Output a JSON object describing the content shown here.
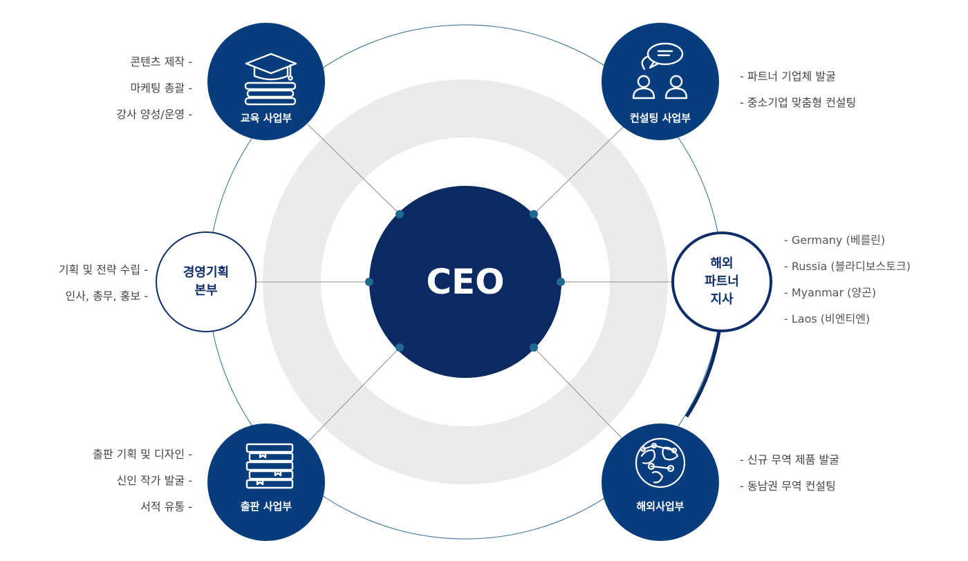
{
  "colors": {
    "navy": "#073d7c",
    "ceo": "#0b2a62",
    "ring": "#ebebeb",
    "line": "#2b6a90",
    "connector": "#888888",
    "dot": "#1f6a92",
    "branch_outline": "#0e2d66"
  },
  "ceo": {
    "label": "CEO"
  },
  "divisions": {
    "education": {
      "label": "교육 사업부",
      "icon": "graduation-cap-books-icon",
      "items": [
        "콘텐츠 제작  -",
        "마케팅 총괄  -",
        "강사 양성/운영  -"
      ]
    },
    "consulting": {
      "label": "컨설팅 사업부",
      "icon": "consulting-people-chat-icon",
      "items": [
        "-  파트너 기업체 발굴",
        "-  중소기업 맞춤형 컨설팅"
      ]
    },
    "management": {
      "label_line1": "경영기획",
      "label_line2": "본부",
      "items": [
        "기획 및 전략 수립  -",
        "인사, 총무, 홍보  -"
      ]
    },
    "overseas_branch": {
      "label_line1": "해외",
      "label_line2": "파트너",
      "label_line3": "지사",
      "items": [
        "-  Germany (베를린)",
        "-  Russia (블라디보스토크)",
        "-  Myanmar (양곤)",
        "-  Laos (비엔티엔)"
      ]
    },
    "publishing": {
      "label": "출판 사업부",
      "icon": "book-stack-icon",
      "items": [
        "출판 기획 및 디자인  -",
        "신인 작가 발굴  -",
        "서적 유통  -"
      ]
    },
    "overseas_business": {
      "label": "해외사업부",
      "icon": "globe-people-icon",
      "items": [
        "-  신규 무역 제품 발굴",
        "-  동남권 무역 컨설팅"
      ]
    }
  }
}
